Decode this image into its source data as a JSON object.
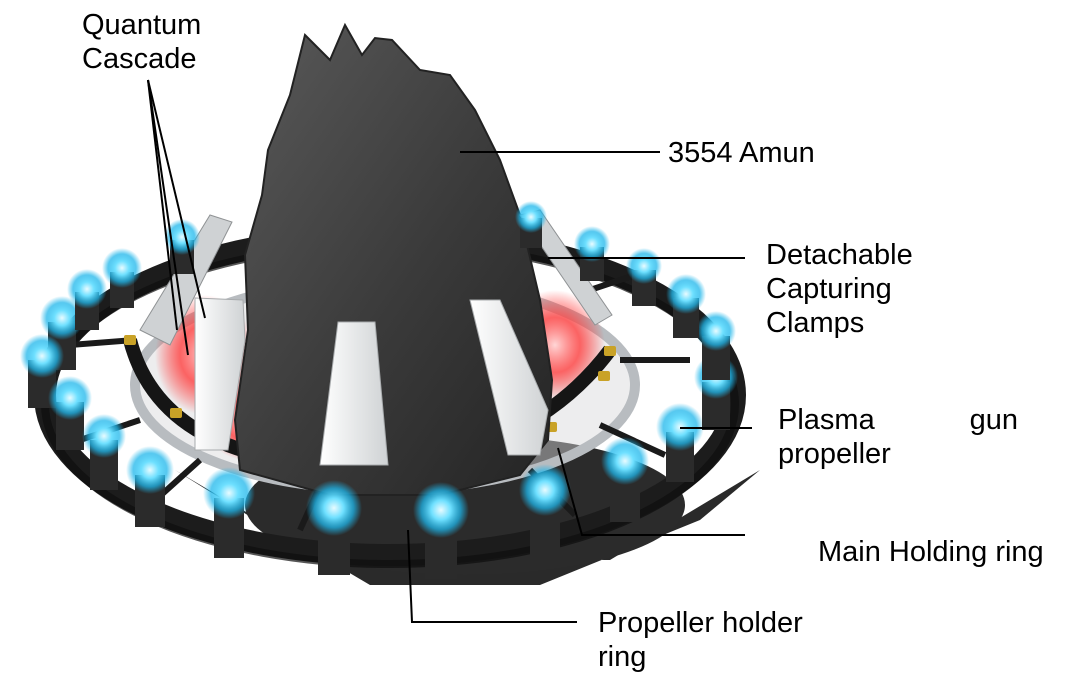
{
  "labels": {
    "quantum_cascade": {
      "line1": "Quantum",
      "line2": "Cascade"
    },
    "asteroid": "3554 Amun",
    "clamps": {
      "line1": "Detachable",
      "line2": "Capturing",
      "line3": "Clamps"
    },
    "plasma": {
      "word1": "Plasma",
      "word2": "gun",
      "line2": "propeller"
    },
    "main_ring": "Main Holding ring",
    "holder_ring": {
      "line1": "Propeller holder",
      "line2": "ring"
    }
  },
  "colors": {
    "rock": "#3a3a3a",
    "ring": "#1c1c1c",
    "ring_metal": "#b8bcc0",
    "glow": "#3fd0ff",
    "cascade": "#ff3a3a",
    "clamp": "#e9eaea",
    "gold": "#c9a227"
  }
}
